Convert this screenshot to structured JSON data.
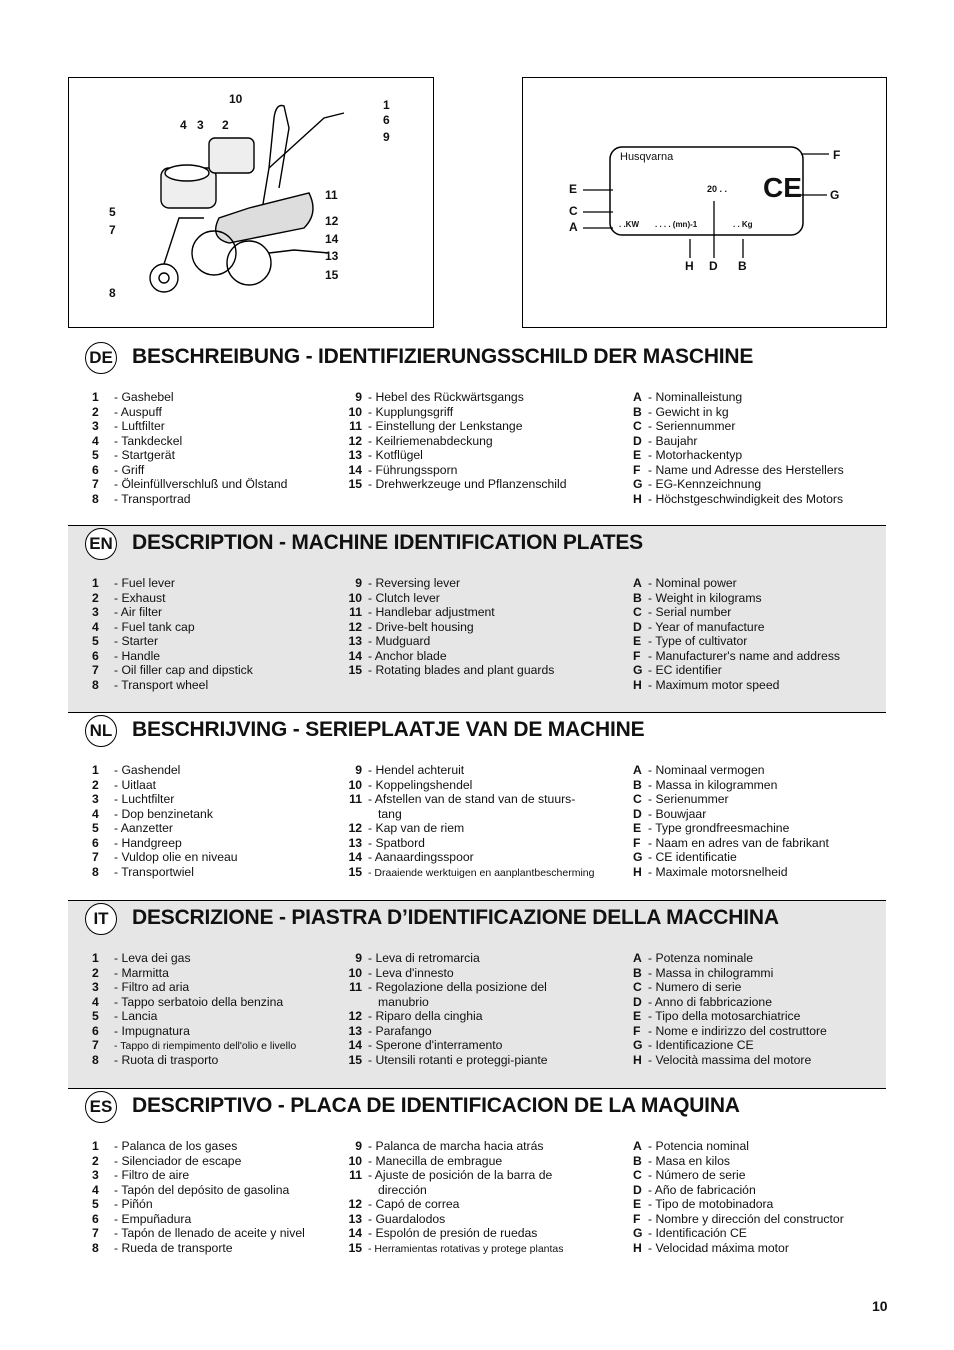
{
  "figures": {
    "tiller_callouts": [
      "10",
      "4",
      "3",
      "2",
      "1",
      "6",
      "9",
      "5",
      "7",
      "11",
      "12",
      "14",
      "13",
      "15",
      "8"
    ],
    "plate": {
      "brand": "Husqvarna",
      "year": "20 . .",
      "kw": ". .KW",
      "speed": ". . . . (mn)-1",
      "kg": ". . Kg",
      "ce": "CE",
      "arrows": [
        "E",
        "C",
        "A",
        "F",
        "G",
        "H",
        "D",
        "B"
      ]
    }
  },
  "sections": [
    {
      "code": "DE",
      "title": "BESCHREIBUNG - IDENTIFIZIERUNGSSCHILD DER MASCHINE",
      "col1": [
        [
          "1",
          "- Gashebel"
        ],
        [
          "2",
          "- Auspuff"
        ],
        [
          "3",
          "- Luftfilter"
        ],
        [
          "4",
          "- Tankdeckel"
        ],
        [
          "5",
          "- Startgerät"
        ],
        [
          "6",
          "- Griff"
        ],
        [
          "7",
          "- Öleinfüllverschluß und Ölstand"
        ],
        [
          "8",
          "- Transportrad"
        ]
      ],
      "col2": [
        [
          "9",
          "- Hebel des Rückwärtsgangs"
        ],
        [
          "10",
          "- Kupplungsgriff"
        ],
        [
          "11",
          "- Einstellung der Lenkstange"
        ],
        [
          "12",
          "- Keilriemenabdeckung"
        ],
        [
          "13",
          "- Kotflügel"
        ],
        [
          "14",
          "- Führungssporn"
        ],
        [
          "15",
          "- Drehwerkzeuge und Pflanzenschild"
        ]
      ],
      "col3": [
        [
          "A",
          "- Nominalleistung"
        ],
        [
          "B",
          "- Gewicht in kg"
        ],
        [
          "C",
          "- Seriennummer"
        ],
        [
          "D",
          "- Baujahr"
        ],
        [
          "E",
          "- Motorhackentyp"
        ],
        [
          "F",
          "- Name und Adresse des Herstellers"
        ],
        [
          "G",
          "- EG-Kennzeichnung"
        ],
        [
          "H",
          "- Höchstgeschwindigkeit des Motors"
        ]
      ]
    },
    {
      "code": "EN",
      "title": "DESCRIPTION - MACHINE IDENTIFICATION PLATES",
      "col1": [
        [
          "1",
          "- Fuel lever"
        ],
        [
          "2",
          "- Exhaust"
        ],
        [
          "3",
          "- Air filter"
        ],
        [
          "4",
          "- Fuel tank cap"
        ],
        [
          "5",
          "- Starter"
        ],
        [
          "6",
          "- Handle"
        ],
        [
          "7",
          "- Oil filler cap and dipstick"
        ],
        [
          "8",
          "- Transport wheel"
        ]
      ],
      "col2": [
        [
          "9",
          "- Reversing lever"
        ],
        [
          "10",
          "- Clutch lever"
        ],
        [
          "11",
          "- Handlebar adjustment"
        ],
        [
          "12",
          "- Drive-belt housing"
        ],
        [
          "13",
          "- Mudguard"
        ],
        [
          "14",
          "- Anchor blade"
        ],
        [
          "15",
          "- Rotating blades and plant guards"
        ]
      ],
      "col3": [
        [
          "A",
          "- Nominal power"
        ],
        [
          "B",
          "- Weight in kilograms"
        ],
        [
          "C",
          "- Serial number"
        ],
        [
          "D",
          "- Year of manufacture"
        ],
        [
          "E",
          "- Type of cultivator"
        ],
        [
          "F",
          "- Manufacturer's name and address"
        ],
        [
          "G",
          "- EC identifier"
        ],
        [
          "H",
          "- Maximum motor speed"
        ]
      ]
    },
    {
      "code": "NL",
      "title": "BESCHRIJVING - SERIEPLAATJE VAN DE MACHINE",
      "col1": [
        [
          "1",
          "- Gashendel"
        ],
        [
          "2",
          "- Uitlaat"
        ],
        [
          "3",
          "- Luchtfilter"
        ],
        [
          "4",
          "- Dop benzinetank"
        ],
        [
          "5",
          "- Aanzetter"
        ],
        [
          "6",
          "- Handgreep"
        ],
        [
          "7",
          "- Vuldop olie en niveau"
        ],
        [
          "8",
          "- Transportwiel"
        ]
      ],
      "col2": [
        [
          "9",
          "- Hendel achteruit"
        ],
        [
          "10",
          "- Koppelingshendel"
        ],
        [
          "11",
          "- Afstellen van de stand van de stuurs-"
        ],
        [
          "",
          "tang"
        ],
        [
          "12",
          "- Kap van de riem"
        ],
        [
          "13",
          "- Spatbord"
        ],
        [
          "14",
          "- Aanaardingsspoor"
        ],
        [
          "15",
          "- Draaiende werktuigen en aanplantbescherming"
        ]
      ],
      "col3": [
        [
          "A",
          "- Nominaal vermogen"
        ],
        [
          "B",
          "- Massa in kilogrammen"
        ],
        [
          "C",
          "- Serienummer"
        ],
        [
          "D",
          "- Bouwjaar"
        ],
        [
          "E",
          "- Type grondfreesmachine"
        ],
        [
          "F",
          "- Naam en adres van de fabrikant"
        ],
        [
          "G",
          "- CE identificatie"
        ],
        [
          "H",
          "- Maximale motorsnelheid"
        ]
      ]
    },
    {
      "code": "IT",
      "title": "DESCRIZIONE - PIASTRA D’IDENTIFICAZIONE DELLA MACCHINA",
      "col1": [
        [
          "1",
          "- Leva dei gas"
        ],
        [
          "2",
          "- Marmitta"
        ],
        [
          "3",
          "- Filtro ad aria"
        ],
        [
          "4",
          "- Tappo serbatoio della benzina"
        ],
        [
          "5",
          "- Lancia"
        ],
        [
          "6",
          "- Impugnatura"
        ],
        [
          "7",
          "- Tappo di riempimento dell'olio e livello"
        ],
        [
          "8",
          "- Ruota di trasporto"
        ]
      ],
      "col2": [
        [
          "9",
          "- Leva di retromarcia"
        ],
        [
          "10",
          "- Leva d'innesto"
        ],
        [
          "11",
          "- Regolazione della posizione del"
        ],
        [
          "",
          "manubrio"
        ],
        [
          "12",
          "- Riparo della cinghia"
        ],
        [
          "13",
          "- Parafango"
        ],
        [
          "14",
          "- Sperone d'interramento"
        ],
        [
          "15",
          "- Utensili rotanti e proteggi-piante"
        ]
      ],
      "col3": [
        [
          "A",
          "- Potenza nominale"
        ],
        [
          "B",
          "- Massa in chilogrammi"
        ],
        [
          "C",
          "- Numero di serie"
        ],
        [
          "D",
          "- Anno di fabbricazione"
        ],
        [
          "E",
          "- Tipo della motosarchiatrice"
        ],
        [
          "F",
          "- Nome e indirizzo del costruttore"
        ],
        [
          "G",
          "- Identificazione CE"
        ],
        [
          "H",
          "- Velocità massima del motore"
        ]
      ]
    },
    {
      "code": "ES",
      "title": "DESCRIPTIVO - PLACA DE IDENTIFICACION DE LA MAQUINA",
      "col1": [
        [
          "1",
          "- Palanca de los gases"
        ],
        [
          "2",
          "- Silenciador de escape"
        ],
        [
          "3",
          "- Filtro de aire"
        ],
        [
          "4",
          "- Tapón del depósito de gasolina"
        ],
        [
          "5",
          "- Piñón"
        ],
        [
          "6",
          "- Empuñadura"
        ],
        [
          "7",
          "- Tapón de llenado de aceite y nivel"
        ],
        [
          "8",
          "- Rueda de transporte"
        ]
      ],
      "col2": [
        [
          "9",
          "- Palanca de marcha hacia atrás"
        ],
        [
          "10",
          "- Manecilla de embrague"
        ],
        [
          "11",
          "- Ajuste de posición de la barra de"
        ],
        [
          "",
          "dirección"
        ],
        [
          "12",
          "- Capó de correa"
        ],
        [
          "13",
          "- Guardalodos"
        ],
        [
          "14",
          "- Espolón de presión de ruedas"
        ],
        [
          "15",
          "- Herramientas rotativas y protege plantas"
        ]
      ],
      "col3": [
        [
          "A",
          "- Potencia nominal"
        ],
        [
          "B",
          "- Masa en kilos"
        ],
        [
          "C",
          "- Número de serie"
        ],
        [
          "D",
          "- Año de fabricación"
        ],
        [
          "E",
          "- Tipo de motobinadora"
        ],
        [
          "F",
          "- Nombre y dirección del constructor"
        ],
        [
          "G",
          "- Identificación CE"
        ],
        [
          "H",
          "- Velocidad máxima motor"
        ]
      ]
    }
  ],
  "page_number": "10"
}
